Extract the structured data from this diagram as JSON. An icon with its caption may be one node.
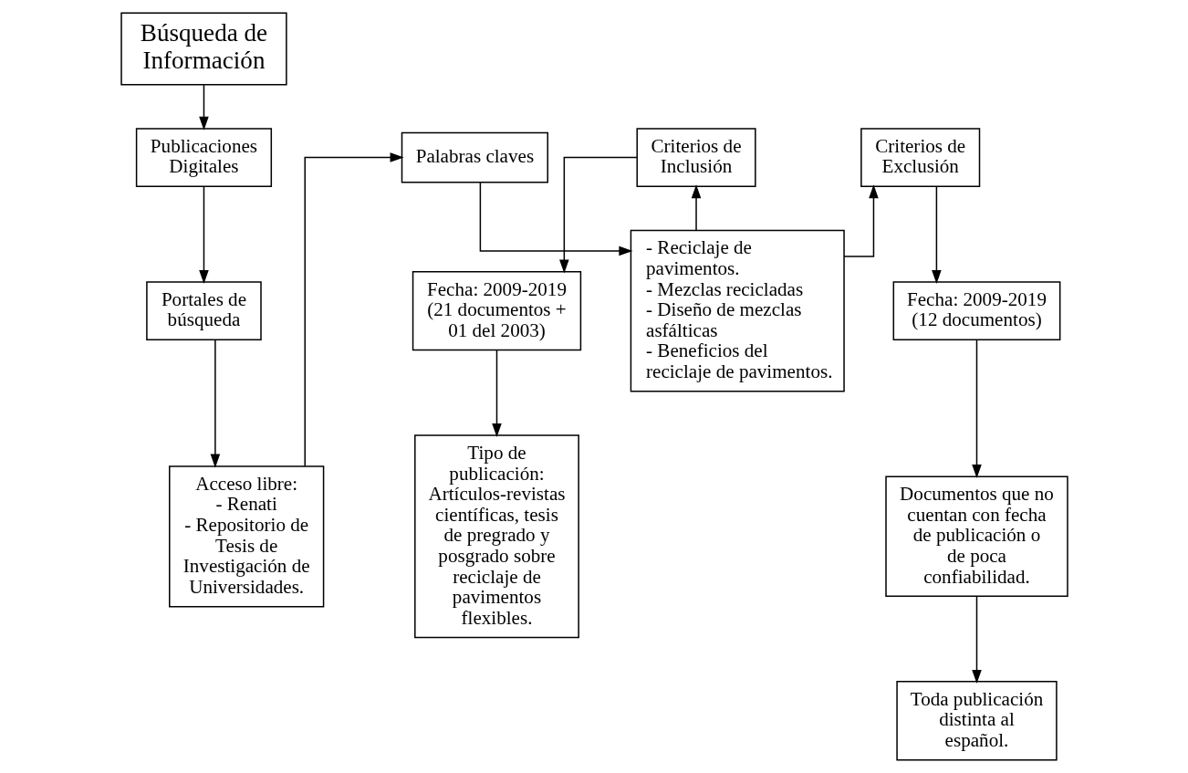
{
  "diagram": {
    "nodes": [
      {
        "text": [
          "Búsqueda de Información"
        ]
      },
      {
        "text": [
          "Publicaciones Digitales"
        ]
      },
      {
        "text": [
          "Portales de búsqueda"
        ]
      },
      {
        "text": [
          "Acceso libre:",
          "- Renati",
          "- Repositorio de Tesis de Investigación de Universidades."
        ]
      },
      {
        "text": [
          "Palabras claves"
        ]
      },
      {
        "text": [
          "- Reciclaje de pavimentos.",
          "- Mezclas recicladas",
          "- Diseño de mezclas asfálticas",
          "- Beneficios del reciclaje de pavimentos."
        ]
      },
      {
        "text": [
          "Criterios de Inclusión"
        ]
      },
      {
        "text": [
          "Fecha: 2009-2019 (21 documentos + 01 del 2003)"
        ]
      },
      {
        "text": [
          "Tipo de publicación: Artículos-revistas científicas, tesis de pregrado y posgrado sobre reciclaje de pavimentos flexibles."
        ]
      },
      {
        "text": [
          "Criterios de Exclusión"
        ]
      },
      {
        "text": [
          "Fecha: 2009-2019 (12 documentos)"
        ]
      },
      {
        "text": [
          "Documentos que no cuentan con fecha de publicación o de poca confiabilidad."
        ]
      },
      {
        "text": [
          "Toda publicación distinta al español."
        ]
      }
    ],
    "edges": [
      {
        "from": 0,
        "to": 1,
        "arrow": "to"
      },
      {
        "from": 1,
        "to": 2,
        "arrow": "to"
      },
      {
        "from": 2,
        "to": 3,
        "arrow": "to"
      },
      {
        "from": 3,
        "to": 4,
        "arrow": "to"
      },
      {
        "from": 4,
        "to": 5,
        "arrow": "to"
      },
      {
        "from": 5,
        "to": 6,
        "arrow": "to"
      },
      {
        "from": 6,
        "to": 7,
        "arrow": "to"
      },
      {
        "from": 7,
        "to": 8,
        "arrow": "to"
      },
      {
        "from": 5,
        "to": 9,
        "arrow": "to"
      },
      {
        "from": 9,
        "to": 10,
        "arrow": "to"
      },
      {
        "from": 10,
        "to": 11,
        "arrow": "to"
      },
      {
        "from": 11,
        "to": 12,
        "arrow": "to"
      }
    ]
  }
}
